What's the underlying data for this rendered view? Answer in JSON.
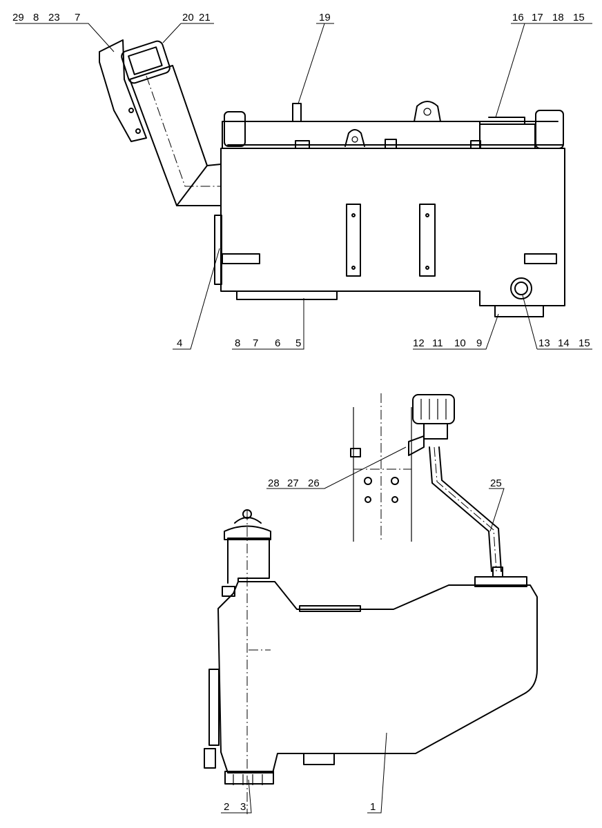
{
  "callouts": [
    {
      "id": "c-29",
      "label": "29"
    },
    {
      "id": "c-8a",
      "label": "8"
    },
    {
      "id": "c-23",
      "label": "23"
    },
    {
      "id": "c-7a",
      "label": "7"
    },
    {
      "id": "c-20",
      "label": "20"
    },
    {
      "id": "c-21",
      "label": "21"
    },
    {
      "id": "c-19",
      "label": "19"
    },
    {
      "id": "c-16",
      "label": "16"
    },
    {
      "id": "c-17",
      "label": "17"
    },
    {
      "id": "c-18",
      "label": "18"
    },
    {
      "id": "c-15a",
      "label": "15"
    },
    {
      "id": "c-4",
      "label": "4"
    },
    {
      "id": "c-8b",
      "label": "8"
    },
    {
      "id": "c-7b",
      "label": "7"
    },
    {
      "id": "c-6",
      "label": "6"
    },
    {
      "id": "c-5",
      "label": "5"
    },
    {
      "id": "c-12",
      "label": "12"
    },
    {
      "id": "c-11",
      "label": "11"
    },
    {
      "id": "c-10",
      "label": "10"
    },
    {
      "id": "c-9",
      "label": "9"
    },
    {
      "id": "c-13",
      "label": "13"
    },
    {
      "id": "c-14",
      "label": "14"
    },
    {
      "id": "c-15b",
      "label": "15"
    },
    {
      "id": "c-28",
      "label": "28"
    },
    {
      "id": "c-27",
      "label": "27"
    },
    {
      "id": "c-26",
      "label": "26"
    },
    {
      "id": "c-25",
      "label": "25"
    },
    {
      "id": "c-2",
      "label": "2"
    },
    {
      "id": "c-3",
      "label": "3"
    },
    {
      "id": "c-1",
      "label": "1"
    }
  ]
}
